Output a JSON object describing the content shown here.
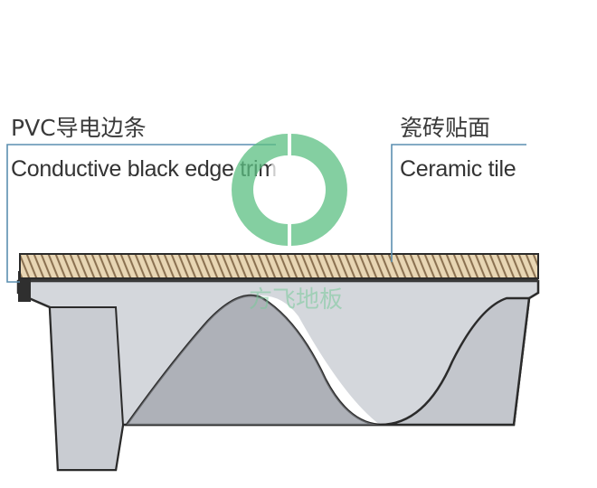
{
  "labels": {
    "left": {
      "chinese": "PVC导电边条",
      "english": "Conductive black edge trim"
    },
    "right": {
      "chinese": "瓷砖贴面",
      "english": "Ceramic tile"
    }
  },
  "watermark": {
    "text": "方飞地板",
    "icon": "hd-logo-icon",
    "color": "#5cbf82"
  },
  "colors": {
    "leader_line": "#5b8fb0",
    "tile_fill": "#e8d6b4",
    "tile_hatch": "#8a7050",
    "panel_fill": "#d4d7dc",
    "panel_shadow": "#b9bcc2",
    "outline": "#2b2b2b"
  }
}
